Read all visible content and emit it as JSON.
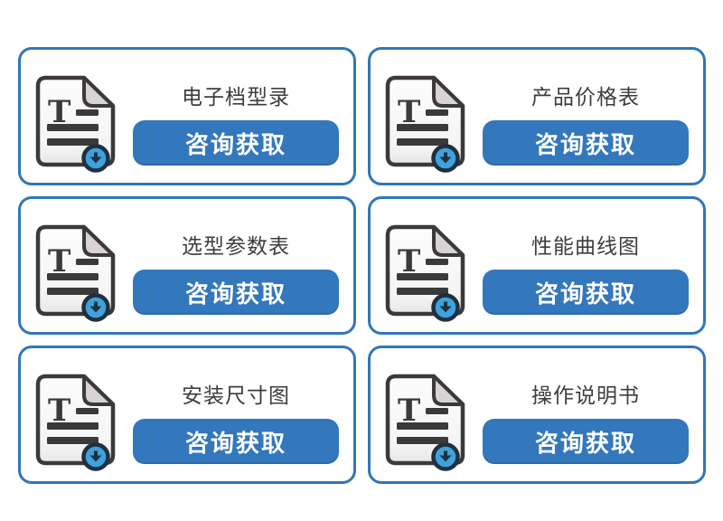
{
  "colors": {
    "card_border": "#2F76BC",
    "button_bg": "#3377BC",
    "button_text": "#FFFFFF",
    "title_text": "#3D3D3D",
    "icon_stroke": "#3A3A3A",
    "icon_fold_fill": "#D9D3D3",
    "icon_page_fill": "#FAF9F9",
    "badge_blue": "#3EA2DE",
    "badge_dark": "#20303C"
  },
  "icon": {
    "name": "document-download-icon",
    "letter": "T"
  },
  "cards": [
    {
      "title": "电子档型录",
      "button_label": "咨询获取"
    },
    {
      "title": "产品价格表",
      "button_label": "咨询获取"
    },
    {
      "title": "选型参数表",
      "button_label": "咨询获取"
    },
    {
      "title": "性能曲线图",
      "button_label": "咨询获取"
    },
    {
      "title": "安装尺寸图",
      "button_label": "咨询获取"
    },
    {
      "title": "操作说明书",
      "button_label": "咨询获取"
    }
  ]
}
